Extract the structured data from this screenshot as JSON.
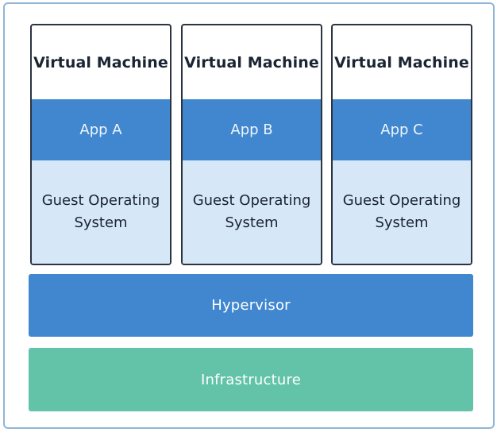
{
  "virtual_machines": [
    {
      "title": "Virtual Machine",
      "app": "App A",
      "guest_os": "Guest Operating System"
    },
    {
      "title": "Virtual Machine",
      "app": "App B",
      "guest_os": "Guest Operating System"
    },
    {
      "title": "Virtual Machine",
      "app": "App C",
      "guest_os": "Guest Operating System"
    }
  ],
  "layers": {
    "hypervisor": "Hypervisor",
    "infrastructure": "Infrastructure"
  },
  "colors": {
    "frame_border": "#8fb6d8",
    "vm_border": "#2b3440",
    "app_fill": "#4087cf",
    "guest_fill": "#d6e8f7",
    "hypervisor_fill": "#4087cf",
    "infrastructure_fill": "#63c3a8"
  }
}
